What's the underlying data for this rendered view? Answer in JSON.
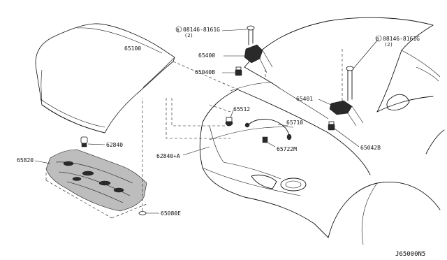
{
  "labels": {
    "hood": "65100",
    "bolt_a": "08146-8161G",
    "bolt_a_qty": "(2)",
    "bolt_b": "08146-8161G",
    "bolt_b_qty": "(2)",
    "hinge_lh": "65400",
    "bumper_lh": "65040B",
    "hinge_rh": "65401",
    "release_handle": "65512",
    "release_cable": "65710",
    "cable_clip": "65722M",
    "bumper_rh": "65042B",
    "stopper": "62840",
    "stopper_a": "62840+A",
    "insulator": "65820",
    "clip": "65080E",
    "bolt_marker": "B"
  },
  "diagram_code": "J65000N5"
}
